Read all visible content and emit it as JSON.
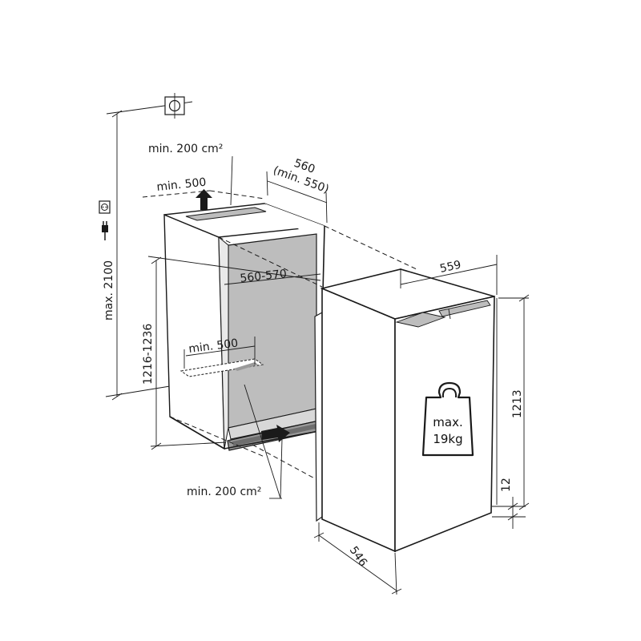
{
  "dimensions": {
    "top_vent": "min. 200 cm²",
    "top_clearance": "min. 500",
    "niche_width": "560",
    "niche_width_min": "(min. 550)",
    "niche_depth": "560-570",
    "inner_clearance": "min. 500",
    "niche_height": "1216-1236",
    "max_height": "max. 2100",
    "bottom_vent": "min. 200 cm²",
    "appliance_width": "559",
    "appliance_height": "1213",
    "plinth": "12",
    "appliance_depth": "546",
    "door_weight_line1": "max.",
    "door_weight_line2": "19kg"
  },
  "icons": [
    "socket-icon",
    "plug-icon",
    "phase-symbol-icon",
    "weight-icon",
    "arrow-up-icon",
    "arrow-in-icon"
  ]
}
